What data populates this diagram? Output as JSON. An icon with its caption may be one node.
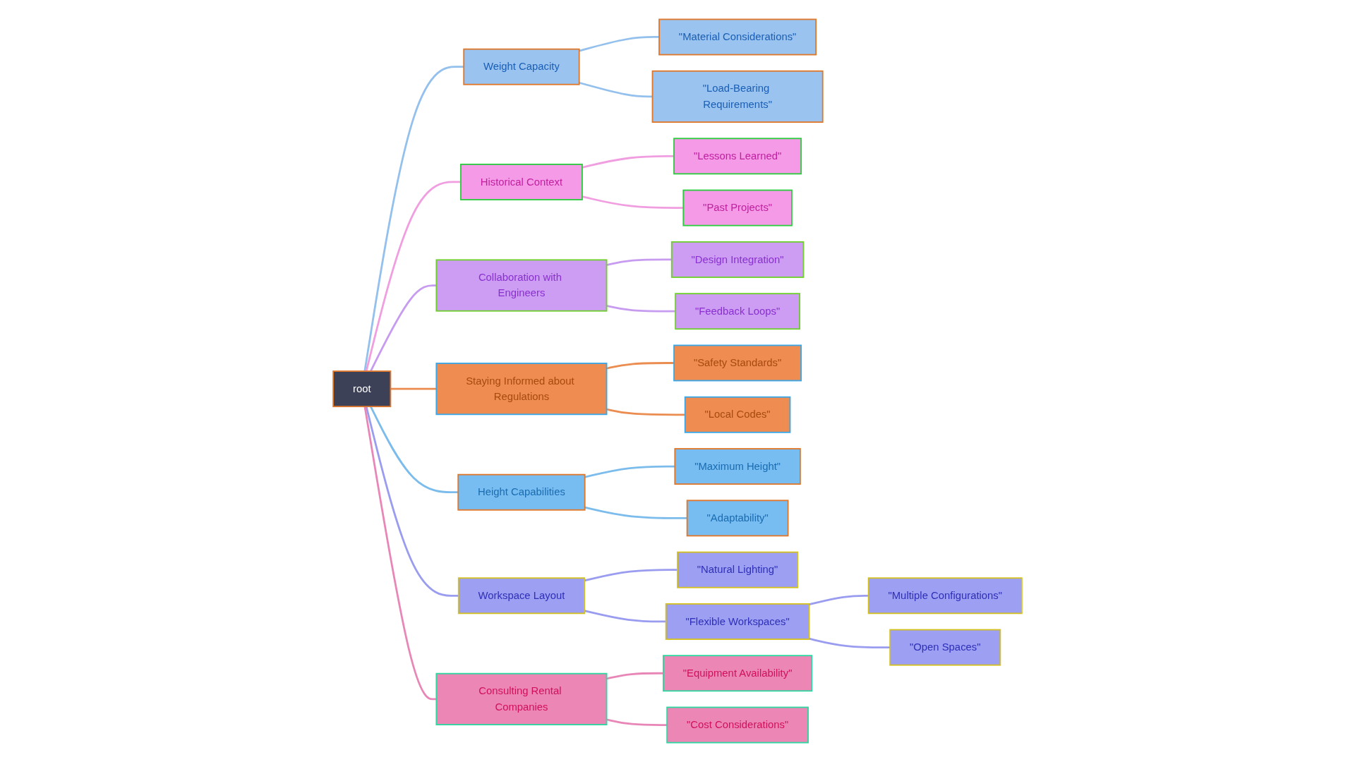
{
  "diagram": {
    "nodes": [
      {
        "text": [
          "root"
        ]
      },
      {
        "text": [
          "Weight Capacity"
        ]
      },
      {
        "text": [
          "\"Material Considerations\""
        ]
      },
      {
        "text": [
          "\"Load-Bearing Requirements\""
        ]
      },
      {
        "text": [
          "Historical Context"
        ]
      },
      {
        "text": [
          "\"Lessons Learned\""
        ]
      },
      {
        "text": [
          "\"Past Projects\""
        ]
      },
      {
        "text": [
          "Collaboration with Engineers"
        ]
      },
      {
        "text": [
          "\"Design Integration\""
        ]
      },
      {
        "text": [
          "\"Feedback Loops\""
        ]
      },
      {
        "text": [
          "Staying Informed about Regulations"
        ]
      },
      {
        "text": [
          "\"Safety Standards\""
        ]
      },
      {
        "text": [
          "\"Local Codes\""
        ]
      },
      {
        "text": [
          "Height Capabilities"
        ]
      },
      {
        "text": [
          "\"Maximum Height\""
        ]
      },
      {
        "text": [
          "\"Adaptability\""
        ]
      },
      {
        "text": [
          "Workspace Layout"
        ]
      },
      {
        "text": [
          "\"Natural Lighting\""
        ]
      },
      {
        "text": [
          "\"Flexible Workspaces\""
        ]
      },
      {
        "text": [
          "\"Multiple Configurations\""
        ]
      },
      {
        "text": [
          "\"Open Spaces\""
        ]
      },
      {
        "text": [
          "Consulting Rental Companies"
        ]
      },
      {
        "text": [
          "\"Equipment Availability\""
        ]
      },
      {
        "text": [
          "\"Cost Considerations\""
        ]
      }
    ],
    "edges": [
      {
        "from": 0,
        "to": 1,
        "arrow": "none",
        "color": "#93c0ec"
      },
      {
        "from": 1,
        "to": 2,
        "arrow": "none",
        "color": "#93c0ec"
      },
      {
        "from": 1,
        "to": 3,
        "arrow": "none",
        "color": "#93c0ec"
      },
      {
        "from": 0,
        "to": 4,
        "arrow": "none",
        "color": "#f09ee0"
      },
      {
        "from": 4,
        "to": 5,
        "arrow": "none",
        "color": "#f09ee0"
      },
      {
        "from": 4,
        "to": 6,
        "arrow": "none",
        "color": "#f09ee0"
      },
      {
        "from": 0,
        "to": 7,
        "arrow": "none",
        "color": "#c79cf0"
      },
      {
        "from": 7,
        "to": 8,
        "arrow": "none",
        "color": "#c79cf0"
      },
      {
        "from": 7,
        "to": 9,
        "arrow": "none",
        "color": "#c79cf0"
      },
      {
        "from": 0,
        "to": 10,
        "arrow": "none",
        "color": "#eb8c50"
      },
      {
        "from": 10,
        "to": 11,
        "arrow": "none",
        "color": "#eb8c50"
      },
      {
        "from": 10,
        "to": 12,
        "arrow": "none",
        "color": "#eb8c50"
      },
      {
        "from": 0,
        "to": 13,
        "arrow": "none",
        "color": "#7bbcec"
      },
      {
        "from": 13,
        "to": 14,
        "arrow": "none",
        "color": "#7bbcec"
      },
      {
        "from": 13,
        "to": 15,
        "arrow": "none",
        "color": "#7bbcec"
      },
      {
        "from": 0,
        "to": 16,
        "arrow": "none",
        "color": "#9a9cf0"
      },
      {
        "from": 16,
        "to": 17,
        "arrow": "none",
        "color": "#9a9cf0"
      },
      {
        "from": 16,
        "to": 18,
        "arrow": "none",
        "color": "#9a9cf0"
      },
      {
        "from": 18,
        "to": 19,
        "arrow": "none",
        "color": "#9a9cf0"
      },
      {
        "from": 18,
        "to": 20,
        "arrow": "none",
        "color": "#9a9cf0"
      },
      {
        "from": 0,
        "to": 21,
        "arrow": "none",
        "color": "#e887b7"
      },
      {
        "from": 21,
        "to": 22,
        "arrow": "none",
        "color": "#e887b7"
      },
      {
        "from": 21,
        "to": 23,
        "arrow": "none",
        "color": "#e887b7"
      }
    ]
  }
}
